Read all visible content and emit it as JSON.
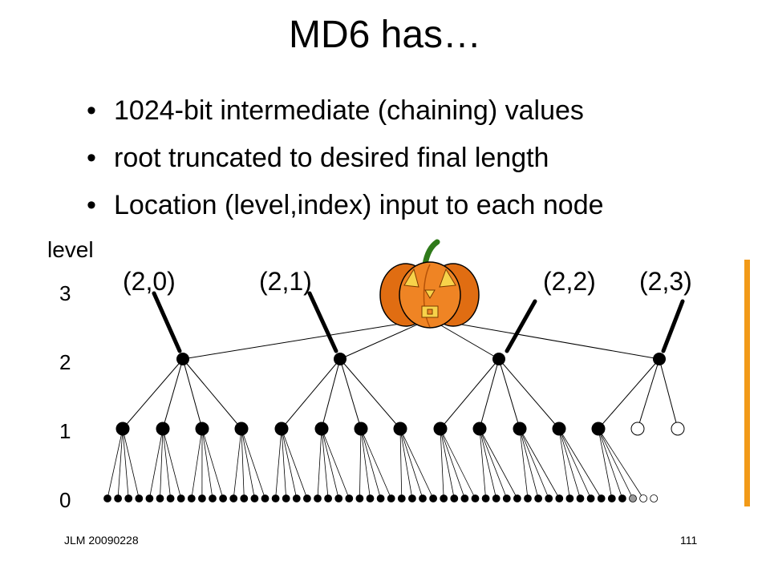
{
  "title": "MD6 has…",
  "bullet_glyph": "•",
  "bullets": [
    "1024-bit intermediate (chaining) values",
    " root truncated to desired final length",
    "Location (level,index) input to each node"
  ],
  "tree": {
    "level_axis_label": "level",
    "levels": [
      "3",
      "2",
      "1",
      "0"
    ],
    "node_labels": [
      "(2,0)",
      "(2,1)",
      "(2,2)",
      "(2,3)"
    ],
    "root_icon": "jack-o-lantern-icon",
    "level1_filled": 13,
    "level1_hollow": 2,
    "level0_filled": 50,
    "level0_gray": 1,
    "level0_hollow": 2,
    "colors": {
      "node": "#000000",
      "pumpkin": "#ee7a1c",
      "stem": "#2f7a1a",
      "bar": "#f29a18"
    }
  },
  "footer": {
    "left": "JLM 20090228",
    "right": "111"
  }
}
